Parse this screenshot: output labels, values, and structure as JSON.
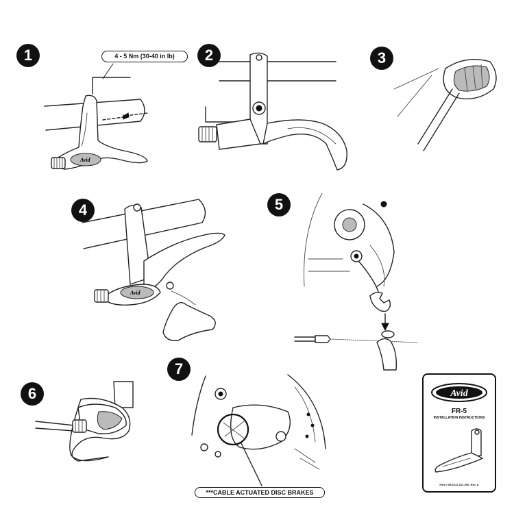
{
  "steps": [
    {
      "number": "1"
    },
    {
      "number": "2"
    },
    {
      "number": "3"
    },
    {
      "number": "4"
    },
    {
      "number": "5"
    },
    {
      "number": "6"
    },
    {
      "number": "7"
    }
  ],
  "callouts": {
    "torque": "4 - 5 Nm (30-40 in lb)",
    "cable_disc": "***CABLE ACTUATED DISC BRAKES"
  },
  "brand": "Avid",
  "card": {
    "brand": "Avid",
    "title": "FR-5",
    "subtitle": "INSTALLATION INSTRUCTIONS",
    "part": "Part # 95-5212-261-000, Rev. A"
  }
}
